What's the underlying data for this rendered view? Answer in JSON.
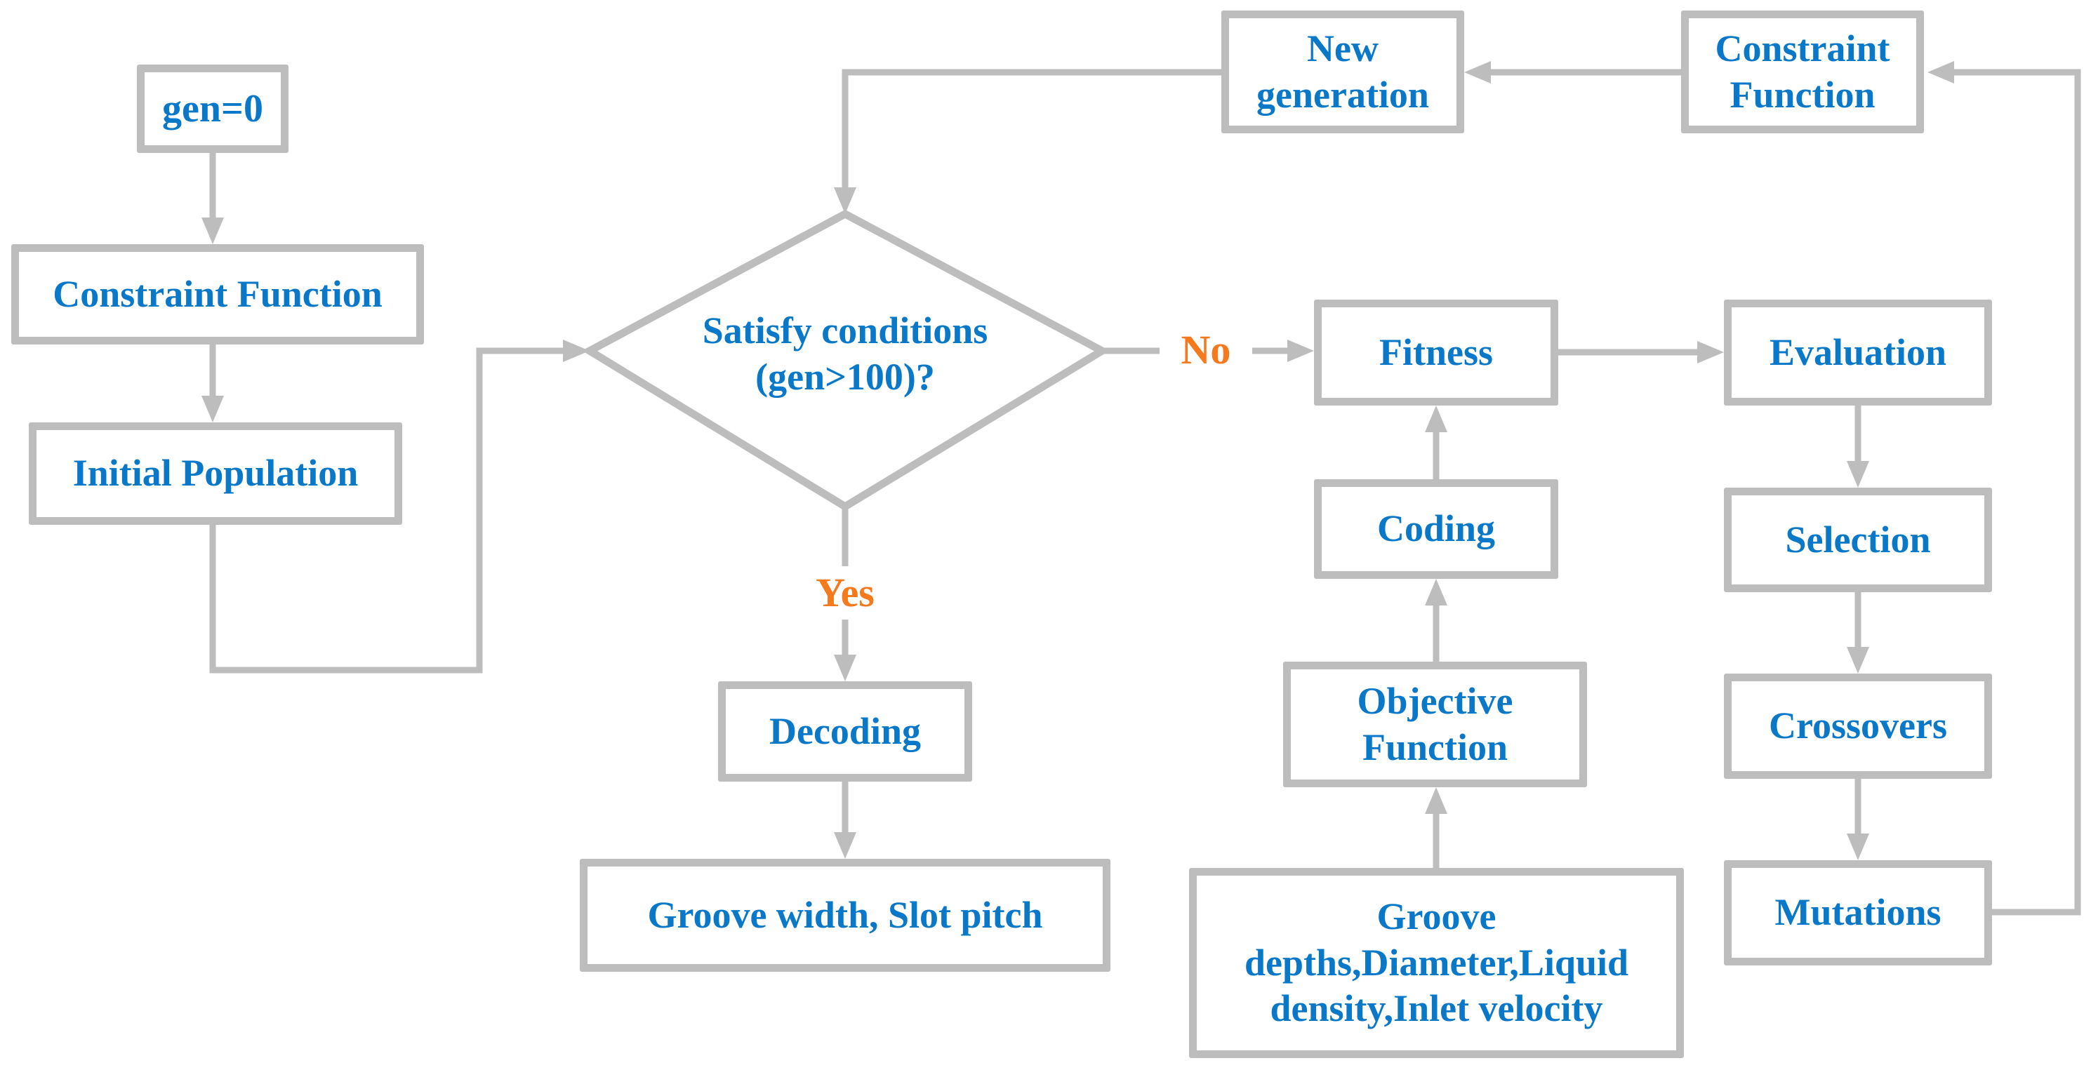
{
  "colors": {
    "text_blue": "#0A78C8",
    "label_orange": "#F5791D",
    "line_gray": "#BDBDBD",
    "box_bg": "#FFFFFF",
    "page_bg": "#FFFFFF"
  },
  "nodes": {
    "gen0": "gen=0",
    "constraint_left": "Constraint Function",
    "initial_population": "Initial Population",
    "decision": "Satisfy conditions (gen>100)?",
    "new_generation": "New generation",
    "constraint_right": "Constraint Function",
    "fitness": "Fitness",
    "evaluation": "Evaluation",
    "coding": "Coding",
    "selection": "Selection",
    "objective_function": "Objective Function",
    "crossovers": "Crossovers",
    "groove_inputs": "Groove depths,Diameter,Liquid density,Inlet velocity",
    "mutations": "Mutations",
    "decoding": "Decoding",
    "groove_outputs": "Groove width, Slot pitch"
  },
  "edge_labels": {
    "yes": "Yes",
    "no": "No"
  }
}
